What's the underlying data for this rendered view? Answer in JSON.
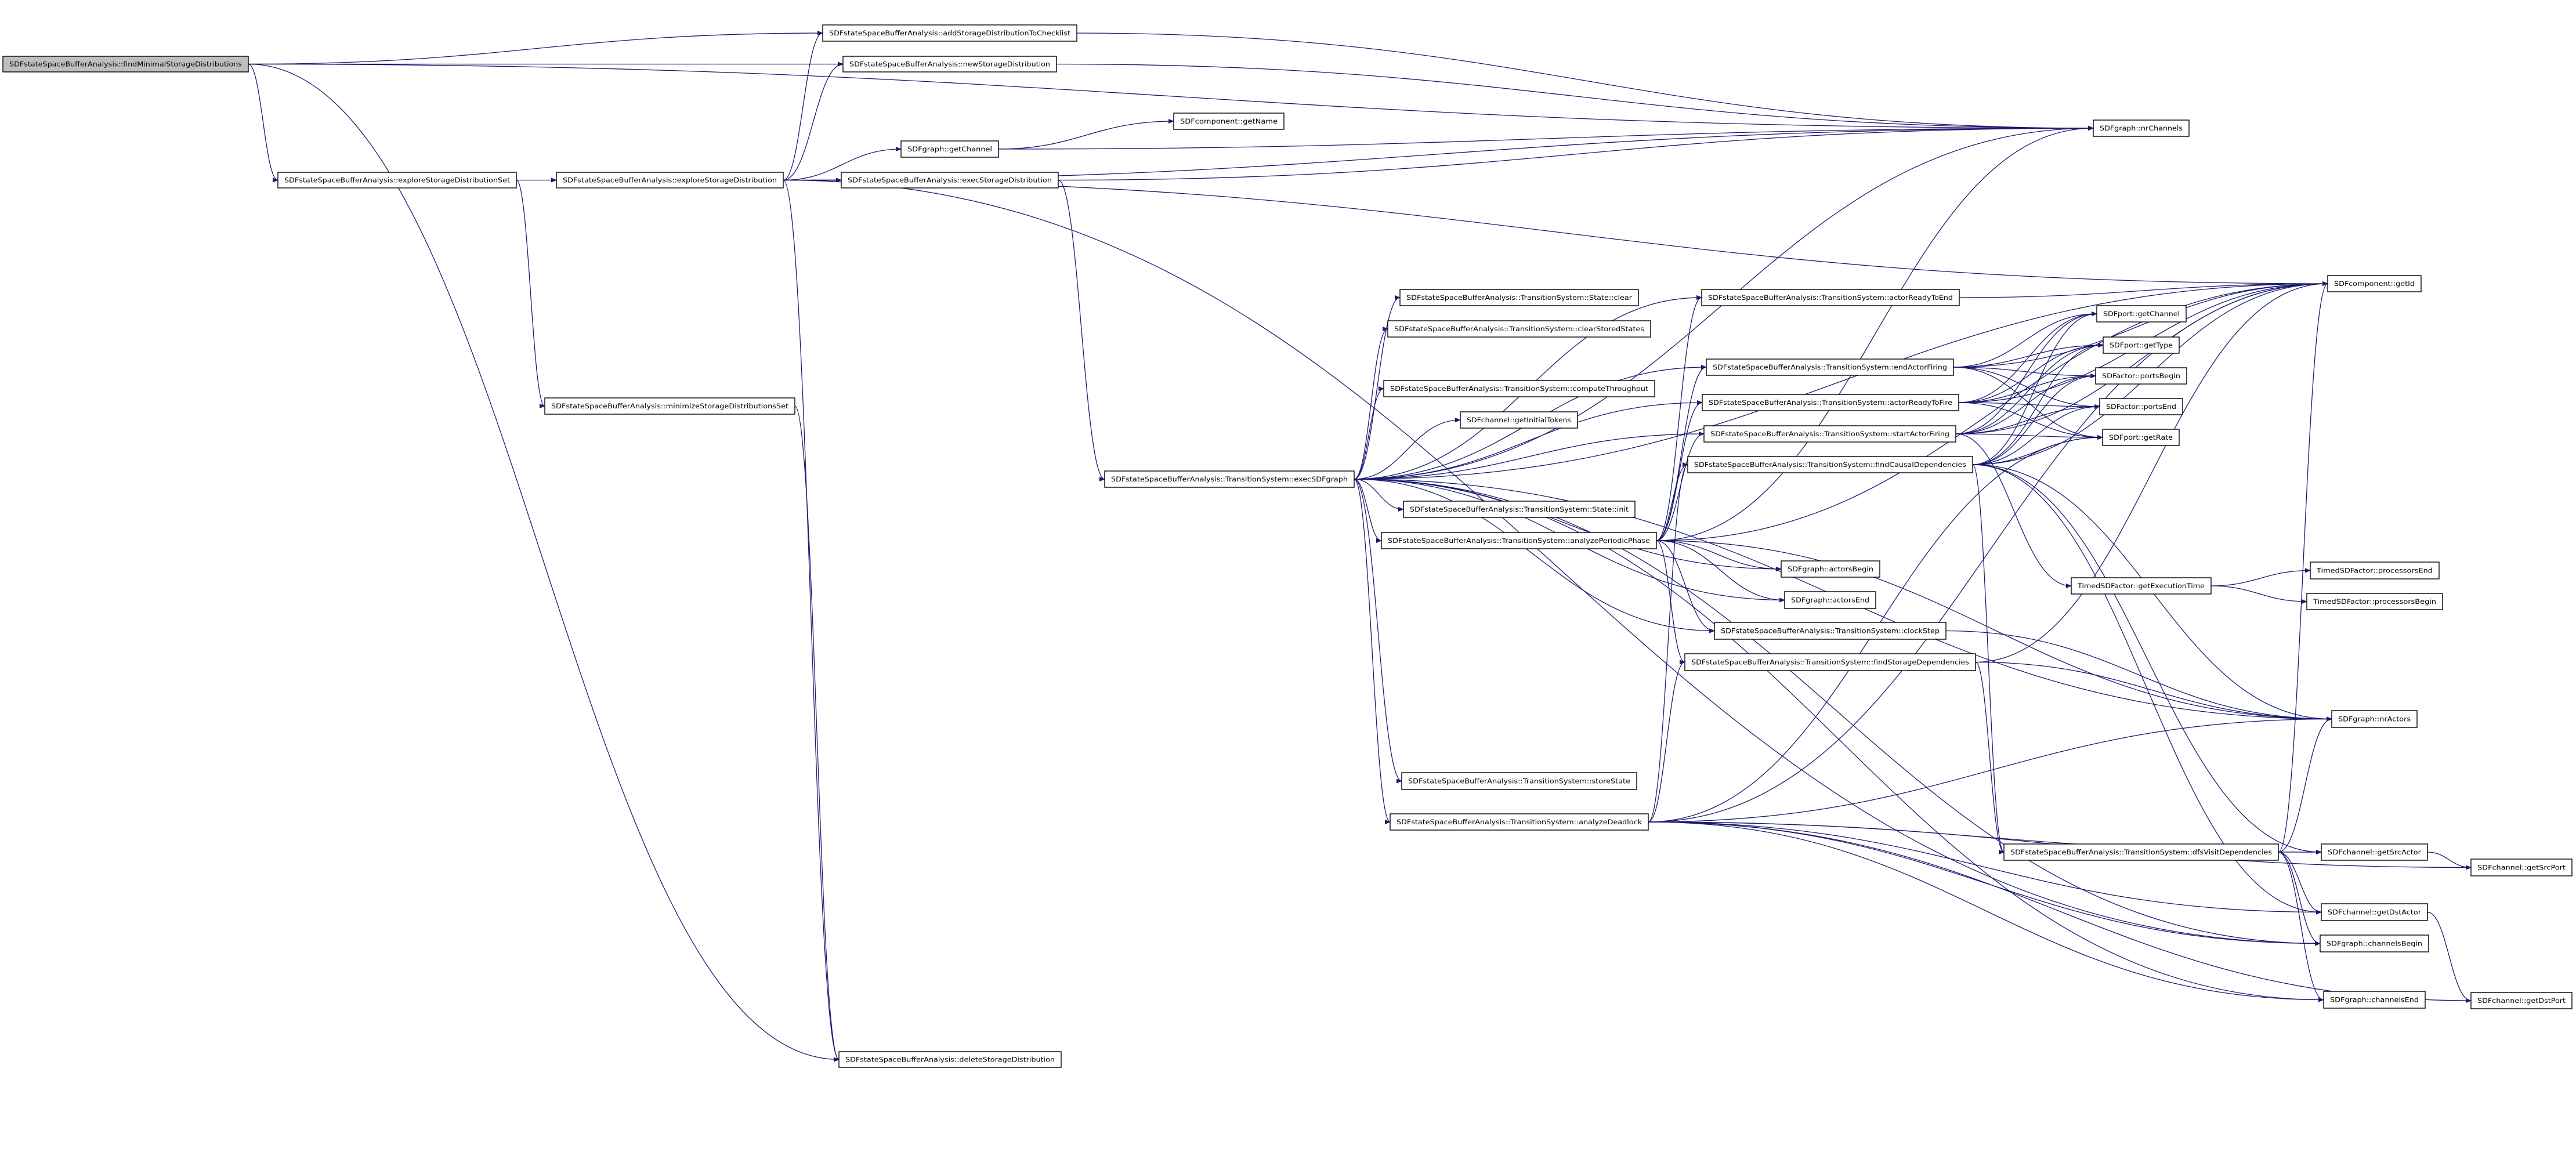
{
  "title": "SDFstateSpaceBufferAnalysis::findMinimalStorageDistributions",
  "colors": {
    "edge": "#191970",
    "root_fill": "#bfbfbf",
    "node_fill": "#ffffff",
    "node_border": "#000000"
  },
  "nodes": {
    "findMinimal": "SDFstateSpaceBufferAnalysis::findMinimalStorageDistributions",
    "addStorage": "SDFstateSpaceBufferAnalysis::addStorageDistributionToChecklist",
    "newStorage": "SDFstateSpaceBufferAnalysis::newStorageDistribution",
    "exploreSet": "SDFstateSpaceBufferAnalysis::exploreStorageDistributionSet",
    "exploreDist": "SDFstateSpaceBufferAnalysis::exploreStorageDistribution",
    "getName": "SDFcomponent::getName",
    "graphGetChannel": "SDFgraph::getChannel",
    "execStorage": "SDFstateSpaceBufferAnalysis::execStorageDistribution",
    "nrChannels": "SDFgraph::nrChannels",
    "getId": "SDFcomponent::getId",
    "stateClear": "SDFstateSpaceBufferAnalysis::TransitionSystem::State::clear",
    "actorReadyToEnd": "SDFstateSpaceBufferAnalysis::TransitionSystem::actorReadyToEnd",
    "clearStoredStates": "SDFstateSpaceBufferAnalysis::TransitionSystem::clearStoredStates",
    "portGetChannel": "SDFport::getChannel",
    "portGetType": "SDFport::getType",
    "endActorFiring": "SDFstateSpaceBufferAnalysis::TransitionSystem::endActorFiring",
    "portsBegin": "SDFactor::portsBegin",
    "computeThroughput": "SDFstateSpaceBufferAnalysis::TransitionSystem::computeThroughput",
    "actorReadyToFire": "SDFstateSpaceBufferAnalysis::TransitionSystem::actorReadyToFire",
    "portsEnd": "SDFactor::portsEnd",
    "getInitialTokens": "SDFchannel::getInitialTokens",
    "startActorFiring": "SDFstateSpaceBufferAnalysis::TransitionSystem::startActorFiring",
    "getRate": "SDFport::getRate",
    "findCausal": "SDFstateSpaceBufferAnalysis::TransitionSystem::findCausalDependencies",
    "execSDFgraph": "SDFstateSpaceBufferAnalysis::TransitionSystem::execSDFgraph",
    "stateInit": "SDFstateSpaceBufferAnalysis::TransitionSystem::State::init",
    "analyzePeriodic": "SDFstateSpaceBufferAnalysis::TransitionSystem::analyzePeriodicPhase",
    "actorsBegin": "SDFgraph::actorsBegin",
    "actorsEnd": "SDFgraph::actorsEnd",
    "clockStep": "SDFstateSpaceBufferAnalysis::TransitionSystem::clockStep",
    "findStorage": "SDFstateSpaceBufferAnalysis::TransitionSystem::findStorageDependencies",
    "storeState": "SDFstateSpaceBufferAnalysis::TransitionSystem::storeState",
    "analyzeDeadlock": "SDFstateSpaceBufferAnalysis::TransitionSystem::analyzeDeadlock",
    "getExecTime": "TimedSDFactor::getExecutionTime",
    "processorsEnd": "TimedSDFactor::processorsEnd",
    "processorsBegin": "TimedSDFactor::processorsBegin",
    "nrActors": "SDFgraph::nrActors",
    "dfsVisit": "SDFstateSpaceBufferAnalysis::TransitionSystem::dfsVisitDependencies",
    "getSrcActor": "SDFchannel::getSrcActor",
    "getSrcPort": "SDFchannel::getSrcPort",
    "getDstActor": "SDFchannel::getDstActor",
    "channelsBegin": "SDFgraph::channelsBegin",
    "channelsEnd": "SDFgraph::channelsEnd",
    "getDstPort": "SDFchannel::getDstPort",
    "minimize": "SDFstateSpaceBufferAnalysis::minimizeStorageDistributionsSet",
    "deleteStorage": "SDFstateSpaceBufferAnalysis::deleteStorageDistribution"
  },
  "edges": [
    [
      "findMinimal",
      "nrChannels"
    ],
    [
      "findMinimal",
      "addStorage"
    ],
    [
      "findMinimal",
      "newStorage"
    ],
    [
      "findMinimal",
      "exploreSet"
    ],
    [
      "findMinimal",
      "deleteStorage"
    ],
    [
      "exploreSet",
      "exploreDist"
    ],
    [
      "exploreSet",
      "minimize"
    ],
    [
      "exploreDist",
      "addStorage"
    ],
    [
      "exploreDist",
      "newStorage"
    ],
    [
      "exploreDist",
      "nrChannels"
    ],
    [
      "exploreDist",
      "graphGetChannel"
    ],
    [
      "exploreDist",
      "execStorage"
    ],
    [
      "exploreDist",
      "getId"
    ],
    [
      "exploreDist",
      "deleteStorage"
    ],
    [
      "exploreDist",
      "channelsBegin"
    ],
    [
      "minimize",
      "deleteStorage"
    ],
    [
      "addStorage",
      "nrChannels"
    ],
    [
      "newStorage",
      "nrChannels"
    ],
    [
      "graphGetChannel",
      "getName"
    ],
    [
      "graphGetChannel",
      "nrChannels"
    ],
    [
      "execStorage",
      "nrChannels"
    ],
    [
      "execStorage",
      "execSDFgraph"
    ],
    [
      "execSDFgraph",
      "nrChannels"
    ],
    [
      "execSDFgraph",
      "getId"
    ],
    [
      "execSDFgraph",
      "actorReadyToEnd"
    ],
    [
      "execSDFgraph",
      "stateClear"
    ],
    [
      "execSDFgraph",
      "clearStoredStates"
    ],
    [
      "execSDFgraph",
      "endActorFiring"
    ],
    [
      "execSDFgraph",
      "computeThroughput"
    ],
    [
      "execSDFgraph",
      "actorReadyToFire"
    ],
    [
      "execSDFgraph",
      "getInitialTokens"
    ],
    [
      "execSDFgraph",
      "startActorFiring"
    ],
    [
      "execSDFgraph",
      "stateInit"
    ],
    [
      "execSDFgraph",
      "analyzePeriodic"
    ],
    [
      "execSDFgraph",
      "actorsBegin"
    ],
    [
      "execSDFgraph",
      "actorsEnd"
    ],
    [
      "execSDFgraph",
      "clockStep"
    ],
    [
      "execSDFgraph",
      "nrActors"
    ],
    [
      "execSDFgraph",
      "storeState"
    ],
    [
      "execSDFgraph",
      "analyzeDeadlock"
    ],
    [
      "execSDFgraph",
      "channelsBegin"
    ],
    [
      "execSDFgraph",
      "channelsEnd"
    ],
    [
      "actorReadyToEnd",
      "getId"
    ],
    [
      "endActorFiring",
      "getId"
    ],
    [
      "endActorFiring",
      "portGetChannel"
    ],
    [
      "endActorFiring",
      "portGetType"
    ],
    [
      "endActorFiring",
      "portsBegin"
    ],
    [
      "endActorFiring",
      "portsEnd"
    ],
    [
      "endActorFiring",
      "getRate"
    ],
    [
      "actorReadyToFire",
      "portGetChannel"
    ],
    [
      "actorReadyToFire",
      "portGetType"
    ],
    [
      "actorReadyToFire",
      "portsBegin"
    ],
    [
      "actorReadyToFire",
      "portsEnd"
    ],
    [
      "actorReadyToFire",
      "getRate"
    ],
    [
      "actorReadyToFire",
      "getId"
    ],
    [
      "startActorFiring",
      "portGetChannel"
    ],
    [
      "startActorFiring",
      "portGetType"
    ],
    [
      "startActorFiring",
      "portsBegin"
    ],
    [
      "startActorFiring",
      "portsEnd"
    ],
    [
      "startActorFiring",
      "getRate"
    ],
    [
      "startActorFiring",
      "getId"
    ],
    [
      "startActorFiring",
      "getExecTime"
    ],
    [
      "findCausal",
      "portGetChannel"
    ],
    [
      "findCausal",
      "portGetType"
    ],
    [
      "findCausal",
      "portsBegin"
    ],
    [
      "findCausal",
      "portsEnd"
    ],
    [
      "findCausal",
      "getRate"
    ],
    [
      "findCausal",
      "getId"
    ],
    [
      "findCausal",
      "nrActors"
    ],
    [
      "findCausal",
      "dfsVisit"
    ],
    [
      "findCausal",
      "getSrcActor"
    ],
    [
      "findCausal",
      "getDstActor"
    ],
    [
      "analyzePeriodic",
      "actorReadyToEnd"
    ],
    [
      "analyzePeriodic",
      "endActorFiring"
    ],
    [
      "analyzePeriodic",
      "actorReadyToFire"
    ],
    [
      "analyzePeriodic",
      "startActorFiring"
    ],
    [
      "analyzePeriodic",
      "findCausal"
    ],
    [
      "analyzePeriodic",
      "actorsBegin"
    ],
    [
      "analyzePeriodic",
      "actorsEnd"
    ],
    [
      "analyzePeriodic",
      "clockStep"
    ],
    [
      "analyzePeriodic",
      "findStorage"
    ],
    [
      "analyzePeriodic",
      "nrChannels"
    ],
    [
      "analyzePeriodic",
      "getId"
    ],
    [
      "analyzePeriodic",
      "nrActors"
    ],
    [
      "clockStep",
      "nrActors"
    ],
    [
      "findStorage",
      "nrActors"
    ],
    [
      "findStorage",
      "dfsVisit"
    ],
    [
      "findStorage",
      "getId"
    ],
    [
      "analyzeDeadlock",
      "findStorage"
    ],
    [
      "analyzeDeadlock",
      "findCausal"
    ],
    [
      "analyzeDeadlock",
      "getRate"
    ],
    [
      "analyzeDeadlock",
      "nrActors"
    ],
    [
      "analyzeDeadlock",
      "getSrcActor"
    ],
    [
      "analyzeDeadlock",
      "getDstActor"
    ],
    [
      "analyzeDeadlock",
      "channelsBegin"
    ],
    [
      "analyzeDeadlock",
      "channelsEnd"
    ],
    [
      "analyzeDeadlock",
      "getSrcPort"
    ],
    [
      "analyzeDeadlock",
      "getDstPort"
    ],
    [
      "analyzeDeadlock",
      "getId"
    ],
    [
      "dfsVisit",
      "getId"
    ],
    [
      "dfsVisit",
      "nrActors"
    ],
    [
      "dfsVisit",
      "getSrcActor"
    ],
    [
      "dfsVisit",
      "getDstActor"
    ],
    [
      "dfsVisit",
      "channelsBegin"
    ],
    [
      "dfsVisit",
      "channelsEnd"
    ],
    [
      "getSrcActor",
      "getSrcPort"
    ],
    [
      "getDstActor",
      "getDstPort"
    ],
    [
      "getExecTime",
      "processorsEnd"
    ],
    [
      "getExecTime",
      "processorsBegin"
    ]
  ]
}
